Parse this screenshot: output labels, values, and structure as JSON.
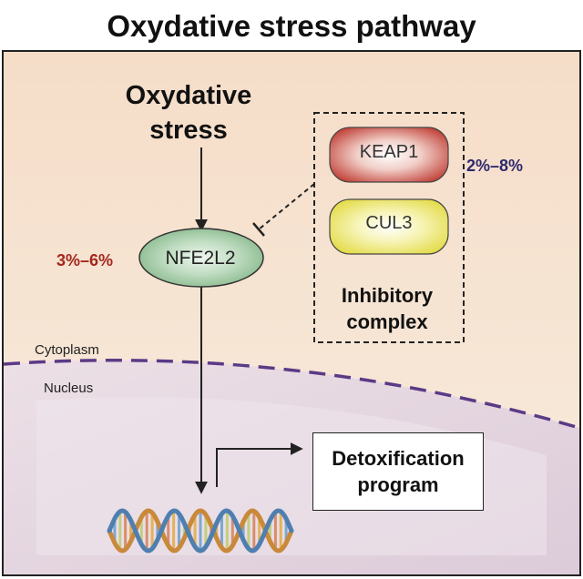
{
  "title": "Oxydative stress pathway",
  "stress": {
    "line1": "Oxydative",
    "line2": "stress"
  },
  "nfe2l2": {
    "label": "NFE2L2",
    "percent": "3%–6%"
  },
  "inhibitory_complex": {
    "keap1": "KEAP1",
    "cul3": "CUL3",
    "percent": "2%–8%",
    "line1": "Inhibitory",
    "line2": "complex"
  },
  "compartments": {
    "cytoplasm": "Cytoplasm",
    "nucleus": "Nucleus"
  },
  "detox": {
    "line1": "Detoxification",
    "line2": "program"
  },
  "colors": {
    "cytoplasm": "#f6e4d2",
    "nucleus": "#e4d5e1",
    "membrane": "#5b3a86",
    "nfe2l2_fill": "#a7cda9",
    "keap1_fill": "#cc5950",
    "cul3_fill": "#ecea6a",
    "nfe2l2_percent": "#a3271d",
    "complex_percent": "#2e2a6e"
  }
}
